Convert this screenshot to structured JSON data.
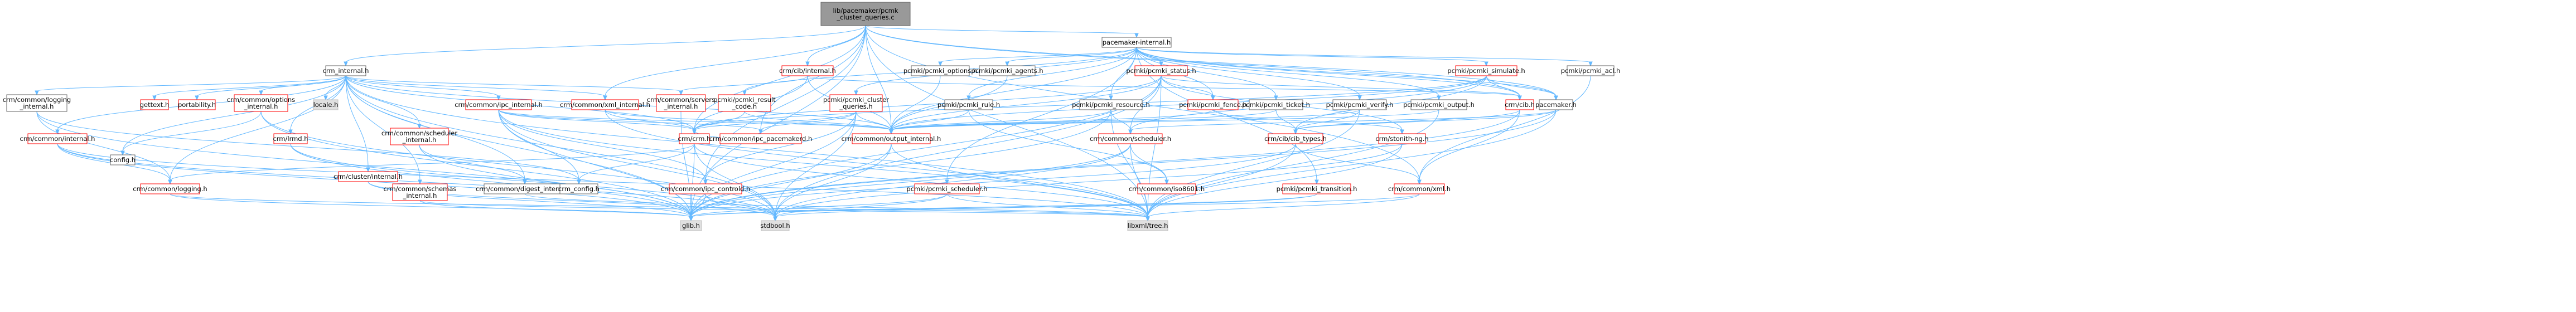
{
  "graph": {
    "root": "lib/pacemaker/pcmk_cluster_queries.c",
    "colors": {
      "edge": "#63b8ff",
      "root_fill": "#999999",
      "missing_border": "#ff0000",
      "normal_border": "#666666",
      "system_border": "#bfbfbf",
      "system_fill": "#e0e0e0",
      "text": "#000000"
    },
    "nodes": [
      {
        "id": "root",
        "label": [
          "lib/pacemaker/pcmk",
          "_cluster_queries.c"
        ],
        "kind": "root"
      },
      {
        "id": "crm_internal",
        "label": [
          "crm_internal.h"
        ],
        "kind": "normal"
      },
      {
        "id": "pacemaker_internal",
        "label": [
          "pacemaker-internal.h"
        ],
        "kind": "normal"
      },
      {
        "id": "cib_internal",
        "label": [
          "crm/cib/internal.h"
        ],
        "kind": "missing"
      },
      {
        "id": "logging_internal",
        "label": [
          "crm/common/logging",
          "_internal.h"
        ],
        "kind": "normal"
      },
      {
        "id": "config",
        "label": [
          "config.h"
        ],
        "kind": "normal"
      },
      {
        "id": "common_internal",
        "label": [
          "crm/common/internal.h"
        ],
        "kind": "missing"
      },
      {
        "id": "gettext",
        "label": [
          "gettext.h"
        ],
        "kind": "missing"
      },
      {
        "id": "portability",
        "label": [
          "portability.h"
        ],
        "kind": "missing"
      },
      {
        "id": "options_internal",
        "label": [
          "crm/common/options",
          "_internal.h"
        ],
        "kind": "missing"
      },
      {
        "id": "lrmd",
        "label": [
          "crm/lrmd.h"
        ],
        "kind": "missing"
      },
      {
        "id": "locale",
        "label": [
          "locale.h"
        ],
        "kind": "system"
      },
      {
        "id": "cluster_internal",
        "label": [
          "crm/cluster/internal.h"
        ],
        "kind": "missing"
      },
      {
        "id": "scheduler_internal",
        "label": [
          "crm/common/scheduler",
          "_internal.h"
        ],
        "kind": "missing"
      },
      {
        "id": "schemas_internal",
        "label": [
          "crm/common/schemas",
          "_internal.h"
        ],
        "kind": "missing"
      },
      {
        "id": "ipc_internal",
        "label": [
          "crm/common/ipc_internal.h"
        ],
        "kind": "missing"
      },
      {
        "id": "xml_internal",
        "label": [
          "crm/common/xml_internal.h"
        ],
        "kind": "missing"
      },
      {
        "id": "servers_internal",
        "label": [
          "crm/common/servers",
          "_internal.h"
        ],
        "kind": "missing"
      },
      {
        "id": "pcmk_options",
        "label": [
          "pcmki/pcmki_options.h"
        ],
        "kind": "normal"
      },
      {
        "id": "pcmk_agents",
        "label": [
          "pcmki/pcmki_agents.h"
        ],
        "kind": "normal"
      },
      {
        "id": "pcmk_status",
        "label": [
          "pcmki/pcmki_status.h"
        ],
        "kind": "missing"
      },
      {
        "id": "pcmk_simulate",
        "label": [
          "pcmki/pcmki_simulate.h"
        ],
        "kind": "missing"
      },
      {
        "id": "pcmk_acl",
        "label": [
          "pcmki/pcmki_acl.h"
        ],
        "kind": "normal"
      },
      {
        "id": "pcmk_result_code",
        "label": [
          "pcmki/pcmki_result",
          "_code.h"
        ],
        "kind": "missing"
      },
      {
        "id": "pcmk_cluster_queries",
        "label": [
          "pcmki/pcmki_cluster",
          "_queries.h"
        ],
        "kind": "missing"
      },
      {
        "id": "pcmk_rule",
        "label": [
          "pcmki/pcmki_rule.h"
        ],
        "kind": "normal"
      },
      {
        "id": "pcmk_resource",
        "label": [
          "pcmki/pcmki_resource.h"
        ],
        "kind": "normal"
      },
      {
        "id": "pcmk_fence",
        "label": [
          "pcmki/pcmki_fence.h"
        ],
        "kind": "missing"
      },
      {
        "id": "pcmk_ticket",
        "label": [
          "pcmki/pcmki_ticket.h"
        ],
        "kind": "normal"
      },
      {
        "id": "pcmk_verify",
        "label": [
          "pcmki/pcmki_verify.h"
        ],
        "kind": "normal"
      },
      {
        "id": "pcmk_output",
        "label": [
          "pcmki/pcmki_output.h"
        ],
        "kind": "normal"
      },
      {
        "id": "crm_cib",
        "label": [
          "crm/cib.h"
        ],
        "kind": "missing"
      },
      {
        "id": "pacemaker",
        "label": [
          "pacemaker.h"
        ],
        "kind": "normal"
      },
      {
        "id": "crm_crm",
        "label": [
          "crm/crm.h"
        ],
        "kind": "missing"
      },
      {
        "id": "ipc_pacemakerd",
        "label": [
          "crm/common/ipc_pacemakerd.h"
        ],
        "kind": "missing"
      },
      {
        "id": "output_internal",
        "label": [
          "crm/common/output_internal.h"
        ],
        "kind": "missing"
      },
      {
        "id": "crm_scheduler",
        "label": [
          "crm/common/scheduler.h"
        ],
        "kind": "missing"
      },
      {
        "id": "cib_types",
        "label": [
          "crm/cib/cib_types.h"
        ],
        "kind": "missing"
      },
      {
        "id": "stonith_ng",
        "label": [
          "crm/stonith-ng.h"
        ],
        "kind": "missing"
      },
      {
        "id": "crm_logging",
        "label": [
          "crm/common/logging.h"
        ],
        "kind": "missing"
      },
      {
        "id": "digest_internal",
        "label": [
          "crm/common/digest_internal.h"
        ],
        "kind": "normal"
      },
      {
        "id": "crm_config",
        "label": [
          "crm_config.h"
        ],
        "kind": "normal"
      },
      {
        "id": "ipc_controld",
        "label": [
          "crm/common/ipc_controld.h"
        ],
        "kind": "missing"
      },
      {
        "id": "pcmk_scheduler",
        "label": [
          "pcmki/pcmki_scheduler.h"
        ],
        "kind": "missing"
      },
      {
        "id": "iso8601",
        "label": [
          "crm/common/iso8601.h"
        ],
        "kind": "missing"
      },
      {
        "id": "pcmk_transition",
        "label": [
          "pcmki/pcmki_transition.h"
        ],
        "kind": "missing"
      },
      {
        "id": "crm_xml",
        "label": [
          "crm/common/xml.h"
        ],
        "kind": "missing"
      },
      {
        "id": "glib",
        "label": [
          "glib.h"
        ],
        "kind": "system"
      },
      {
        "id": "stdbool",
        "label": [
          "stdbool.h"
        ],
        "kind": "system"
      },
      {
        "id": "libxml_tree",
        "label": [
          "libxml/tree.h"
        ],
        "kind": "system"
      }
    ],
    "edges": [
      [
        "root",
        "crm_internal"
      ],
      [
        "root",
        "pacemaker_internal"
      ],
      [
        "root",
        "cib_internal"
      ],
      [
        "root",
        "xml_internal"
      ],
      [
        "root",
        "output_internal"
      ],
      [
        "root",
        "ipc_controld"
      ],
      [
        "root",
        "ipc_pacemakerd"
      ],
      [
        "root",
        "crm_crm"
      ],
      [
        "root",
        "crm_cib"
      ],
      [
        "root",
        "crm_xml"
      ],
      [
        "root",
        "glib"
      ],
      [
        "root",
        "libxml_tree"
      ],
      [
        "root",
        "pacemaker"
      ],
      [
        "crm_internal",
        "config"
      ],
      [
        "crm_internal",
        "logging_internal"
      ],
      [
        "crm_internal",
        "common_internal"
      ],
      [
        "crm_internal",
        "gettext"
      ],
      [
        "crm_internal",
        "portability"
      ],
      [
        "crm_internal",
        "options_internal"
      ],
      [
        "crm_internal",
        "lrmd"
      ],
      [
        "crm_internal",
        "locale"
      ],
      [
        "crm_internal",
        "cluster_internal"
      ],
      [
        "crm_internal",
        "scheduler_internal"
      ],
      [
        "crm_internal",
        "schemas_internal"
      ],
      [
        "crm_internal",
        "ipc_internal"
      ],
      [
        "crm_internal",
        "xml_internal"
      ],
      [
        "crm_internal",
        "servers_internal"
      ],
      [
        "crm_internal",
        "crm_logging"
      ],
      [
        "crm_internal",
        "digest_internal"
      ],
      [
        "crm_internal",
        "output_internal"
      ],
      [
        "crm_internal",
        "glib"
      ],
      [
        "crm_internal",
        "stdbool"
      ],
      [
        "crm_internal",
        "libxml_tree"
      ],
      [
        "crm_internal",
        "crm_crm"
      ],
      [
        "logging_internal",
        "glib"
      ],
      [
        "logging_internal",
        "crm_logging"
      ],
      [
        "logging_internal",
        "crm_config"
      ],
      [
        "common_internal",
        "crm_logging"
      ],
      [
        "common_internal",
        "glib"
      ],
      [
        "common_internal",
        "stdbool"
      ],
      [
        "common_internal",
        "libxml_tree"
      ],
      [
        "options_internal",
        "config"
      ],
      [
        "options_internal",
        "glib"
      ],
      [
        "options_internal",
        "stdbool"
      ],
      [
        "lrmd",
        "glib"
      ],
      [
        "lrmd",
        "stdbool"
      ],
      [
        "cluster_internal",
        "glib"
      ],
      [
        "cluster_internal",
        "stdbool"
      ],
      [
        "scheduler_internal",
        "digest_internal"
      ],
      [
        "scheduler_internal",
        "glib"
      ],
      [
        "schemas_internal",
        "glib"
      ],
      [
        "schemas_internal",
        "libxml_tree"
      ],
      [
        "ipc_internal",
        "crm_config"
      ],
      [
        "ipc_internal",
        "glib"
      ],
      [
        "ipc_internal",
        "crm_crm"
      ],
      [
        "ipc_internal",
        "output_internal"
      ],
      [
        "ipc_internal",
        "ipc_controld"
      ],
      [
        "ipc_internal",
        "ipc_pacemakerd"
      ],
      [
        "ipc_internal",
        "stdbool"
      ],
      [
        "ipc_internal",
        "libxml_tree"
      ],
      [
        "xml_internal",
        "output_internal"
      ],
      [
        "xml_internal",
        "crm_crm"
      ],
      [
        "xml_internal",
        "libxml_tree"
      ],
      [
        "servers_internal",
        "glib"
      ],
      [
        "digest_internal",
        "libxml_tree"
      ],
      [
        "pacemaker_internal",
        "pcmk_options"
      ],
      [
        "pacemaker_internal",
        "pcmk_agents"
      ],
      [
        "pacemaker_internal",
        "pcmk_status"
      ],
      [
        "pacemaker_internal",
        "pcmk_simulate"
      ],
      [
        "pacemaker_internal",
        "pcmk_acl"
      ],
      [
        "pacemaker_internal",
        "pcmk_cluster_queries"
      ],
      [
        "pacemaker_internal",
        "pcmk_rule"
      ],
      [
        "pacemaker_internal",
        "pcmk_resource"
      ],
      [
        "pacemaker_internal",
        "pcmk_fence"
      ],
      [
        "pacemaker_internal",
        "pcmk_ticket"
      ],
      [
        "pacemaker_internal",
        "pcmk_verify"
      ],
      [
        "pacemaker_internal",
        "pcmk_output"
      ],
      [
        "pacemaker_internal",
        "pcmk_scheduler"
      ],
      [
        "pacemaker_internal",
        "pcmk_transition"
      ],
      [
        "pacemaker_internal",
        "crm_cib"
      ],
      [
        "pacemaker_internal",
        "pacemaker"
      ],
      [
        "pacemaker_internal",
        "pcmk_result_code"
      ],
      [
        "pacemaker_internal",
        "output_internal"
      ],
      [
        "cib_internal",
        "crm_cib"
      ],
      [
        "cib_internal",
        "crm_crm"
      ],
      [
        "cib_internal",
        "output_internal"
      ],
      [
        "cib_internal",
        "servers_internal"
      ],
      [
        "pcmk_options",
        "output_internal"
      ],
      [
        "pcmk_agents",
        "output_internal"
      ],
      [
        "pcmk_status",
        "crm_crm"
      ],
      [
        "pcmk_status",
        "output_internal"
      ],
      [
        "pcmk_status",
        "crm_cib"
      ],
      [
        "pcmk_status",
        "stonith_ng"
      ],
      [
        "pcmk_status",
        "pcmk_fence"
      ],
      [
        "pcmk_status",
        "crm_scheduler"
      ],
      [
        "pcmk_status",
        "glib"
      ],
      [
        "pcmk_status",
        "stdbool"
      ],
      [
        "pcmk_status",
        "libxml_tree"
      ],
      [
        "pcmk_simulate",
        "crm_crm"
      ],
      [
        "pcmk_simulate",
        "output_internal"
      ],
      [
        "pcmk_simulate",
        "cib_types"
      ],
      [
        "pcmk_simulate",
        "pacemaker"
      ],
      [
        "pcmk_simulate",
        "crm_scheduler"
      ],
      [
        "pcmk_simulate",
        "crm_cib"
      ],
      [
        "pcmk_acl",
        "crm_xml"
      ],
      [
        "pcmk_result_code",
        "crm_crm"
      ],
      [
        "pcmk_result_code",
        "output_internal"
      ],
      [
        "pcmk_cluster_queries",
        "crm_crm"
      ],
      [
        "pcmk_cluster_queries",
        "output_internal"
      ],
      [
        "pcmk_cluster_queries",
        "ipc_controld"
      ],
      [
        "pcmk_cluster_queries",
        "ipc_pacemakerd"
      ],
      [
        "pcmk_cluster_queries",
        "glib"
      ],
      [
        "pcmk_cluster_queries",
        "stdbool"
      ],
      [
        "pcmk_rule",
        "output_internal"
      ],
      [
        "pcmk_rule",
        "iso8601"
      ],
      [
        "pcmk_resource",
        "glib"
      ],
      [
        "pcmk_resource",
        "crm_scheduler"
      ],
      [
        "pcmk_resource",
        "output_internal"
      ],
      [
        "pcmk_resource",
        "libxml_tree"
      ],
      [
        "pcmk_fence",
        "stonith_ng"
      ],
      [
        "pcmk_fence",
        "output_internal"
      ],
      [
        "pcmk_ticket",
        "cib_types"
      ],
      [
        "pcmk_ticket",
        "output_internal"
      ],
      [
        "pcmk_verify",
        "output_internal"
      ],
      [
        "pcmk_verify",
        "cib_types"
      ],
      [
        "pcmk_verify",
        "libxml_tree"
      ],
      [
        "pcmk_output",
        "output_internal"
      ],
      [
        "pcmk_output",
        "libxml_tree"
      ],
      [
        "crm_cib",
        "cib_types"
      ],
      [
        "crm_cib",
        "crm_xml"
      ],
      [
        "crm_cib",
        "glib"
      ],
      [
        "pacemaker",
        "glib"
      ],
      [
        "pacemaker",
        "libxml_tree"
      ],
      [
        "pacemaker",
        "cib_types"
      ],
      [
        "pacemaker",
        "crm_scheduler"
      ],
      [
        "crm_crm",
        "crm_config"
      ],
      [
        "crm_crm",
        "crm_logging"
      ],
      [
        "crm_crm",
        "glib"
      ],
      [
        "crm_crm",
        "stdbool"
      ],
      [
        "crm_crm",
        "libxml_tree"
      ],
      [
        "ipc_pacemakerd",
        "crm_crm"
      ],
      [
        "output_internal",
        "glib"
      ],
      [
        "output_internal",
        "libxml_tree"
      ],
      [
        "output_internal",
        "stdbool"
      ],
      [
        "crm_scheduler",
        "glib"
      ],
      [
        "crm_scheduler",
        "stdbool"
      ],
      [
        "crm_scheduler",
        "libxml_tree"
      ],
      [
        "crm_scheduler",
        "iso8601"
      ],
      [
        "cib_types",
        "glib"
      ],
      [
        "cib_types",
        "libxml_tree"
      ],
      [
        "cib_types",
        "crm_xml"
      ],
      [
        "stonith_ng",
        "stdbool"
      ],
      [
        "stonith_ng",
        "libxml_tree"
      ],
      [
        "crm_logging",
        "glib"
      ],
      [
        "crm_logging",
        "libxml_tree"
      ],
      [
        "ipc_controld",
        "glib"
      ],
      [
        "ipc_controld",
        "stdbool"
      ],
      [
        "pcmk_scheduler",
        "glib"
      ],
      [
        "pcmk_scheduler",
        "stdbool"
      ],
      [
        "pcmk_scheduler",
        "libxml_tree"
      ],
      [
        "pcmk_transition",
        "glib"
      ],
      [
        "pcmk_transition",
        "stdbool"
      ],
      [
        "crm_xml",
        "glib"
      ],
      [
        "crm_xml",
        "libxml_tree"
      ]
    ]
  }
}
